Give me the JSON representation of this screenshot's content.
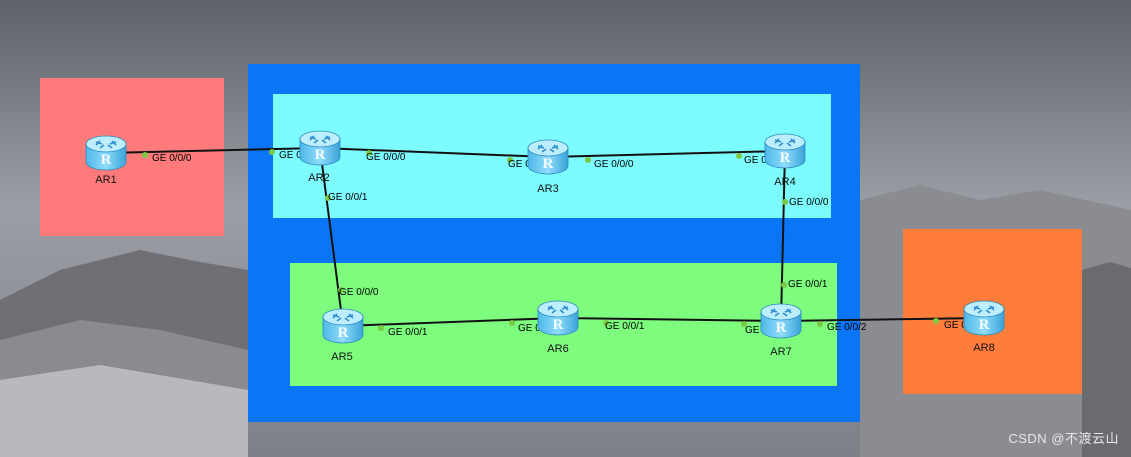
{
  "routers": [
    {
      "id": "AR1",
      "label": "AR1"
    },
    {
      "id": "AR2",
      "label": "AR2"
    },
    {
      "id": "AR3",
      "label": "AR3"
    },
    {
      "id": "AR4",
      "label": "AR4"
    },
    {
      "id": "AR5",
      "label": "AR5"
    },
    {
      "id": "AR6",
      "label": "AR6"
    },
    {
      "id": "AR7",
      "label": "AR7"
    },
    {
      "id": "AR8",
      "label": "AR8"
    }
  ],
  "links": [
    {
      "from": "AR1",
      "from_port": "GE 0/0/0",
      "to": "AR2",
      "to_port": "GE 0/0/2"
    },
    {
      "from": "AR2",
      "from_port": "GE 0/0/0",
      "to": "AR3",
      "to_port": "GE 0/0/1"
    },
    {
      "from": "AR3",
      "from_port": "GE 0/0/0",
      "to": "AR4",
      "to_port": "GE 0/0/1"
    },
    {
      "from": "AR2",
      "from_port": "GE 0/0/1",
      "to": "AR5",
      "to_port": "GE 0/0/0"
    },
    {
      "from": "AR5",
      "from_port": "GE 0/0/1",
      "to": "AR6",
      "to_port": "GE 0/0/0"
    },
    {
      "from": "AR6",
      "from_port": "GE 0/0/1",
      "to": "AR7",
      "to_port": "GE 0/0/0"
    },
    {
      "from": "AR4",
      "from_port": "GE 0/0/0",
      "to": "AR7",
      "to_port": "GE 0/0/1"
    },
    {
      "from": "AR7",
      "from_port": "GE 0/0/2",
      "to": "AR8",
      "to_port": "GE 0/0/0"
    }
  ],
  "areas": {
    "ar1_color": "#ff7b7b",
    "outer_color": "#0a76f5",
    "top_color": "#7dfcff",
    "bottom_color": "#7dfc7d",
    "ar8_color": "#ff7d3a"
  },
  "watermark": "CSDN @不渡云山"
}
